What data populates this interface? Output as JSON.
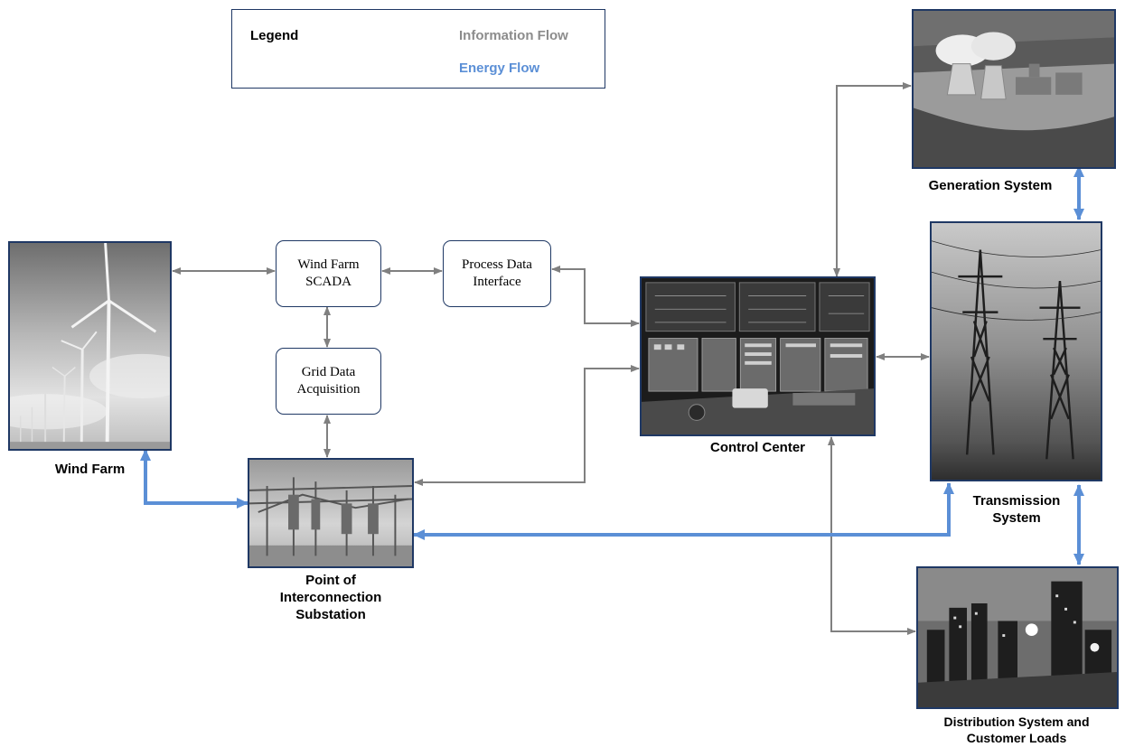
{
  "legend": {
    "title": "Legend",
    "information_flow": "Information Flow",
    "energy_flow": "Energy Flow"
  },
  "nodes": {
    "scada_line1": "Wind Farm",
    "scada_line2": "SCADA",
    "process_line1": "Process Data",
    "process_line2": "Interface",
    "grid_line1": "Grid Data",
    "grid_line2": "Acquisition"
  },
  "labels": {
    "wind_farm": "Wind Farm",
    "control_center": "Control Center",
    "poi_line1": "Point of",
    "poi_line2": "Interconnection",
    "poi_line3": "Substation",
    "generation": "Generation System",
    "transmission_line1": "Transmission",
    "transmission_line2": "System",
    "distribution_line1": "Distribution System and",
    "distribution_line2": "Customer Loads"
  },
  "colors": {
    "information_flow": "#808080",
    "energy_flow": "#5b8fd6",
    "border": "#1f3864"
  }
}
